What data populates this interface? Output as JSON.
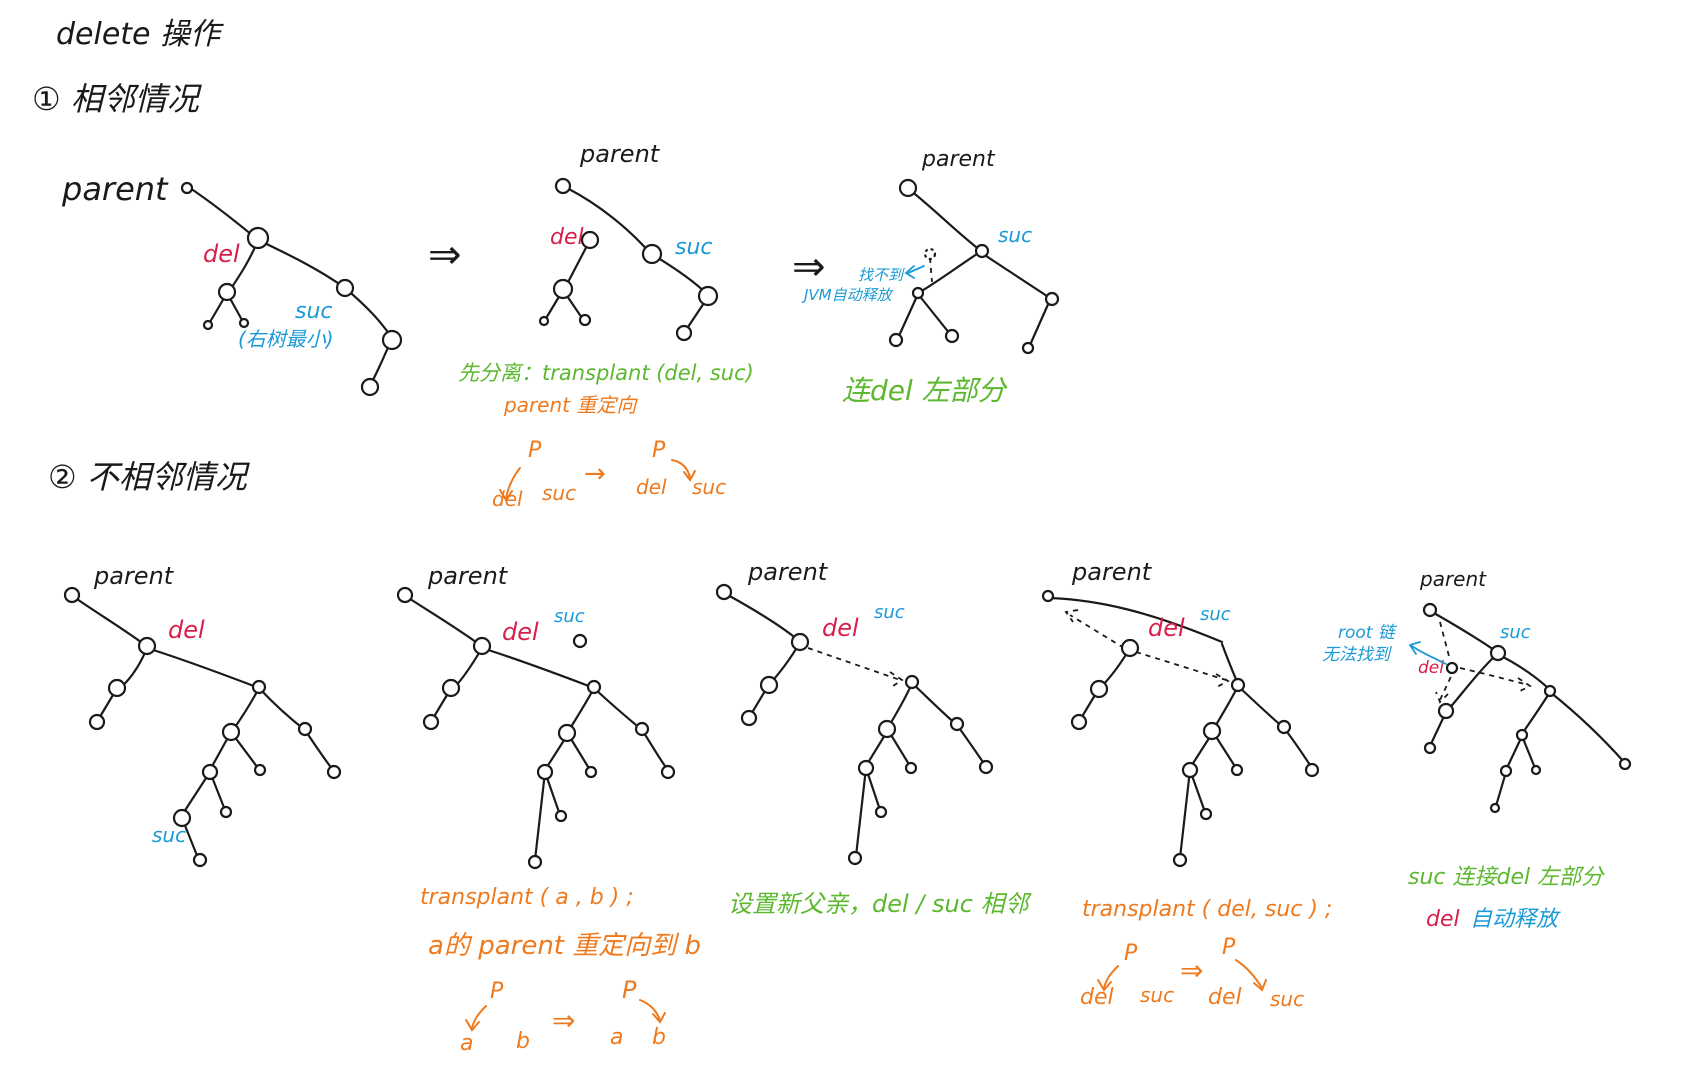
{
  "title": "delete  操作",
  "sections": {
    "adjacent": "① 相邻情况",
    "non_adjacent": "② 不相邻情况"
  },
  "labels": {
    "parent": "parent",
    "del": "del",
    "suc": "suc",
    "suc_note": "(右树最小)",
    "p": "P",
    "a": "a",
    "b": "b"
  },
  "notes": {
    "adj_step1_line1": "先分离：transplant (del, suc)",
    "adj_step1_line2": "parent 重定向",
    "adj_step2": "连del 左部分",
    "jvm_line1": "找不到",
    "jvm_line2": "JVM自动释放",
    "na_transplant_ab": "transplant ( a , b ) ;",
    "na_redirect_ab": "a的 parent 重定向到 b",
    "na_set_parent": "设置新父亲，del / suc 相邻",
    "na_transplant_del_suc": "transplant ( del, suc ) ;",
    "root_line1": "root 链",
    "root_line2": "无法找到",
    "suc_link": "suc 连接del 左部分",
    "del_release": "自动释放"
  },
  "symbols": {
    "implies": "⇒",
    "arrow": "→"
  },
  "colors": {
    "black": "#1a1a1a",
    "red": "#d81e4a",
    "blue": "#1a9ad6",
    "green": "#5cb82e",
    "orange": "#ef7a1e"
  }
}
